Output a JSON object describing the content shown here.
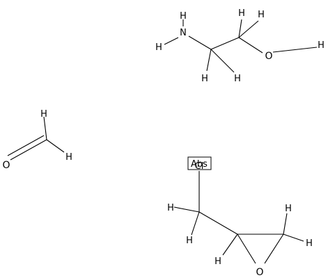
{
  "molecules": {
    "ethanolamine": {
      "atoms": {
        "h_n_top": "H",
        "n": "N",
        "h_n_left": "H",
        "h_c1_a": "H",
        "h_c1_b": "H",
        "h_c2_a": "H",
        "h_c2_b": "H",
        "o": "O",
        "h_o": "H"
      }
    },
    "formaldehyde": {
      "atoms": {
        "h_top": "H",
        "o": "O",
        "h_right": "H"
      }
    },
    "epichlorohydrin": {
      "stereo_label": "Abs",
      "atoms": {
        "cl": "Cl",
        "h_ch2_left": "H",
        "h_ch2_bottom": "H",
        "h_ring_c": "H",
        "o": "O",
        "h_ring_ch2_top": "H",
        "h_ring_ch2_right": "H"
      }
    }
  }
}
